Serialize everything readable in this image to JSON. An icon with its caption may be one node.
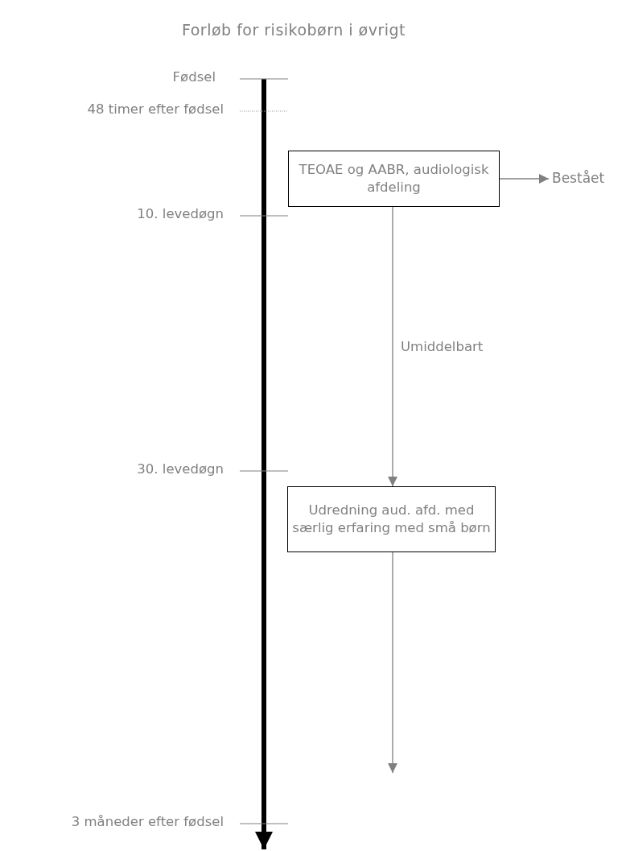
{
  "diagram": {
    "title": "Forløb for risikobørn i øvrigt",
    "nodes": [
      {
        "text": [
          "TEOAE og AABR, audiologisk afdeling"
        ]
      },
      {
        "text": [
          "Bestået"
        ]
      },
      {
        "text": [
          "Udredning aud. afd. med særlig erfaring med små børn"
        ]
      }
    ],
    "edges": [
      {
        "from": 0,
        "to": 1,
        "arrow": "to"
      },
      {
        "from": 0,
        "to": 2,
        "arrow": "to",
        "label": "Umiddelbart"
      },
      {
        "from": 2,
        "to": null,
        "arrow": "to"
      }
    ],
    "labels": [
      "Fødsel",
      "48 timer efter fødsel",
      "10. levedøgn",
      "30. levedøgn",
      "3 måneder efter fødsel"
    ]
  }
}
